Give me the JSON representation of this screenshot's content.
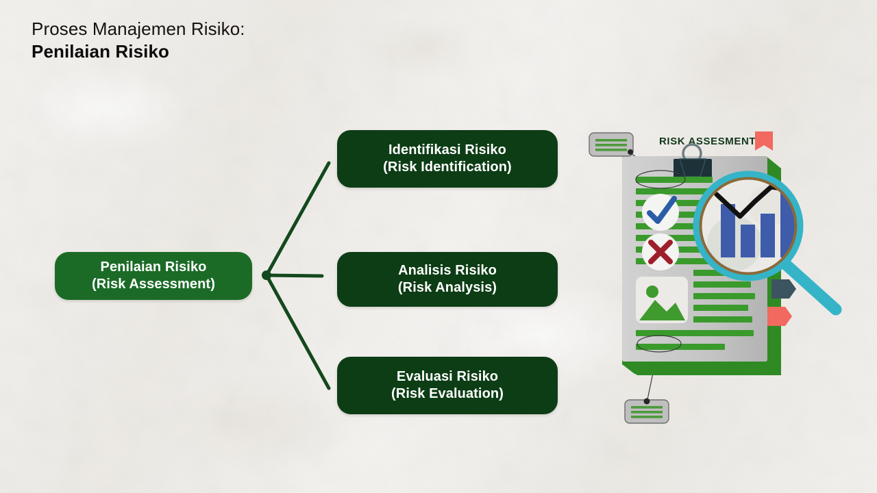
{
  "slide": {
    "background_color": "#f4f2ef",
    "title": {
      "line1": "Proses Manajemen Risiko:",
      "line2": "Penilaian Risiko"
    }
  },
  "diagram": {
    "type": "mind-map",
    "root": {
      "label_line1": "Penilaian Risiko",
      "label_line2": "(Risk Assessment)",
      "color": "#1b6b27"
    },
    "branch_color": "#14491d",
    "children": [
      {
        "label_line1": "Identifikasi Risiko",
        "label_line2": "(Risk Identification)",
        "color": "#0d3d15"
      },
      {
        "label_line1": "Analisis Risiko",
        "label_line2": "(Risk Analysis)",
        "color": "#0d3d15"
      },
      {
        "label_line1": "Evaluasi Risiko",
        "label_line2": "(Risk Evaluation)",
        "color": "#0d3d15"
      }
    ]
  },
  "illustration": {
    "label": "RISK ASSESMENT",
    "label_color": "#11381a",
    "clipboard_color": "#c4c4c4",
    "clipboard_side_color": "#2f7d23",
    "clip_color": "#1d3138",
    "text_line_color": "#3a9a2c",
    "check_color": "#2b5ca8",
    "cross_color": "#9e1f2c",
    "photo_color": "#3f9b2e",
    "magnifier_rim_color": "#35b4c8",
    "bar_color": "#3f5cab",
    "arrow_color": "#111111",
    "tab_red_color": "#f1695f",
    "tab_slate_color": "#3c5360",
    "callout_fill": "#bfbfbf",
    "callout_line_color": "#4d9a3c"
  }
}
